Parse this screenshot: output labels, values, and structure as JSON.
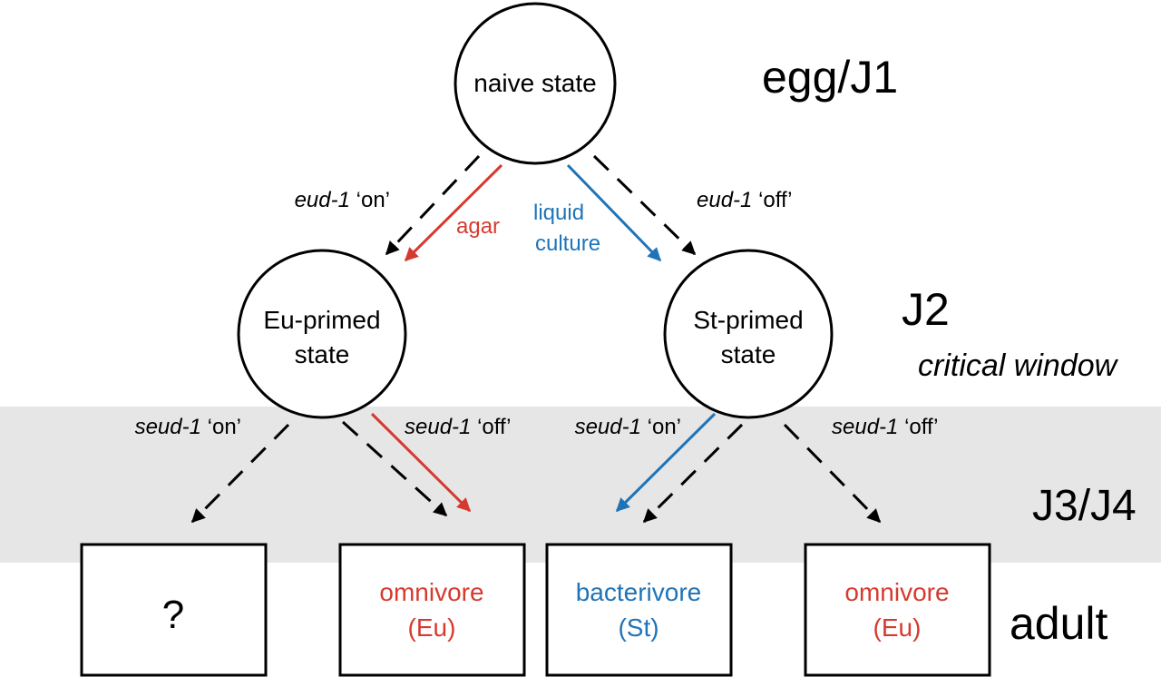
{
  "colors": {
    "agar": "#d63a2f",
    "liquid": "#1f74b8",
    "band": "#e6e6e6",
    "ink": "#000000"
  },
  "nodes": {
    "naive": "naive state",
    "eu_primed": [
      "Eu-primed",
      "state"
    ],
    "st_primed": [
      "St-primed",
      "state"
    ]
  },
  "stages": {
    "egg_j1": "egg/J1",
    "j2": "J2",
    "critical_window": "critical window",
    "j3_j4": "J3/J4",
    "adult": "adult"
  },
  "edges": {
    "eud1_on": {
      "gene": "eud-1",
      "state": "‘on’"
    },
    "eud1_off": {
      "gene": "eud-1",
      "state": "‘off’"
    },
    "agar": "agar",
    "liquid_culture": [
      "liquid",
      "culture"
    ],
    "seud1_on_left": {
      "gene": "seud-1",
      "state": "‘on’"
    },
    "seud1_off_left": {
      "gene": "seud-1",
      "state": "‘off’"
    },
    "seud1_on_right": {
      "gene": "seud-1",
      "state": "‘on’"
    },
    "seud1_off_right": {
      "gene": "seud-1",
      "state": "‘off’"
    }
  },
  "outcomes": {
    "unknown": "?",
    "omnivore_left": [
      "omnivore",
      "(Eu)"
    ],
    "bacterivore": [
      "bacterivore",
      "(St)"
    ],
    "omnivore_right": [
      "omnivore",
      "(Eu)"
    ]
  }
}
